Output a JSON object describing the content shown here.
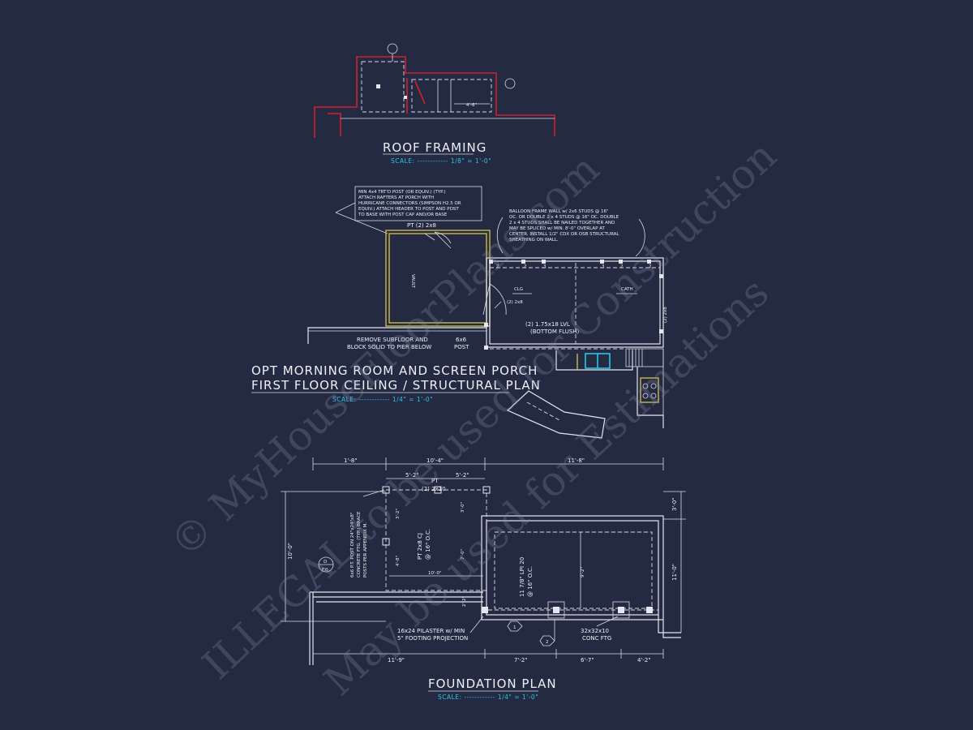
{
  "roof": {
    "title": "ROOF FRAMING",
    "scale": "SCALE: ------------ 1/8\" = 1'-0\"",
    "dim": "4'-6\""
  },
  "morning": {
    "title1": "OPT MORNING ROOM AND SCREEN PORCH",
    "title2": "FIRST FLOOR CEILING / STRUCTURAL PLAN",
    "scale": "SCALE: ------------ 1/4\" = 1'-0\"",
    "note_post": [
      "MIN 4x4 TRT'D POST (OR EQUIV.) (TYP.)",
      "ATTACH RAFTERS AT PORCH WITH",
      "HURRICANE CONNECTORS (SIMPSON H2.5 OR",
      "EQUIV.) ATTACH HEADER TO POST AND POST",
      "TO BASE WITH POST CAP AND/OR BASE"
    ],
    "note_wall": [
      "BALLOON FRAME WALL w/ 2x6 STUDS @ 16\"",
      "OC. OR DOUBLE 2 x 4 STUDS @ 16\" OC. DOUBLE",
      "2 x 4 STUDS SHALL BE NAILED TOGETHER AND",
      "MAY BE SPLICED w/ MIN. 8'-0\" OVERLAP AT",
      "CENTER. INSTALL 1/2\" CDX OR OSB STRUCTURAL",
      "SHEATHING ON WALL."
    ],
    "pt_label": "PT (2) 2x8",
    "vault": "VAULT",
    "clg": "CLG",
    "cath": "CATH",
    "header_2x8": "(2) 2x8",
    "side_2x8": "(2) 2x8",
    "lvl": "(2) 1.75x18 LVL",
    "lvl2": "(BOTTOM FLUSH)",
    "subfloor1": "REMOVE SUBFLOOR AND",
    "subfloor2": "BLOCK SOLID TO PIER BELOW",
    "post1": "6x6",
    "post2": "POST"
  },
  "foundation": {
    "title": "FOUNDATION PLAN",
    "scale": "SCALE: ------------ 1/4\" = 1'-0\"",
    "dims_top": [
      "1'-8\"",
      "10'-4\"",
      "11'-8\""
    ],
    "dims_top2": [
      "5'-2\"",
      "5'-2\""
    ],
    "dims_bottom": [
      "11'-9\"",
      "7'-2\"",
      "6'-7\"",
      "4'-2\""
    ],
    "dims_left": "10'-0\"",
    "dims_right": [
      "3'-0\"",
      "11'-0\""
    ],
    "pt": "PT",
    "pt2": "(2) 2x10",
    "joist": [
      "PT 2x8 CJ",
      "@ 16\" O.C."
    ],
    "lpi": [
      "11 7/8\" LPI 20",
      "@ 16\" O.C."
    ],
    "inner_dims": [
      "3'-2\"",
      "3'-0\"",
      "7'-0\"",
      "4'-8\"",
      "10'-0\"",
      "9'-2\"",
      "2'-2\""
    ],
    "post_note": [
      "6x6 P.T. POST ON 24\"x24\"x8\"",
      "CONCRETE FTG. (TYP.) BRACE",
      "POSTS PER APPENDIX M."
    ],
    "pilaster": [
      "16x24 PILASTER w/ MIN",
      "5\" FOOTING PROJECTION"
    ],
    "ftg": [
      "32x32x10",
      "CONC FTG"
    ],
    "tags": [
      "1",
      "2"
    ],
    "detail": [
      "D",
      "F.0"
    ]
  },
  "watermark": [
    "© MyHouseFloorPlans.com",
    "ILLEGAL to be used for Construction",
    "May be used for Estimations"
  ]
}
